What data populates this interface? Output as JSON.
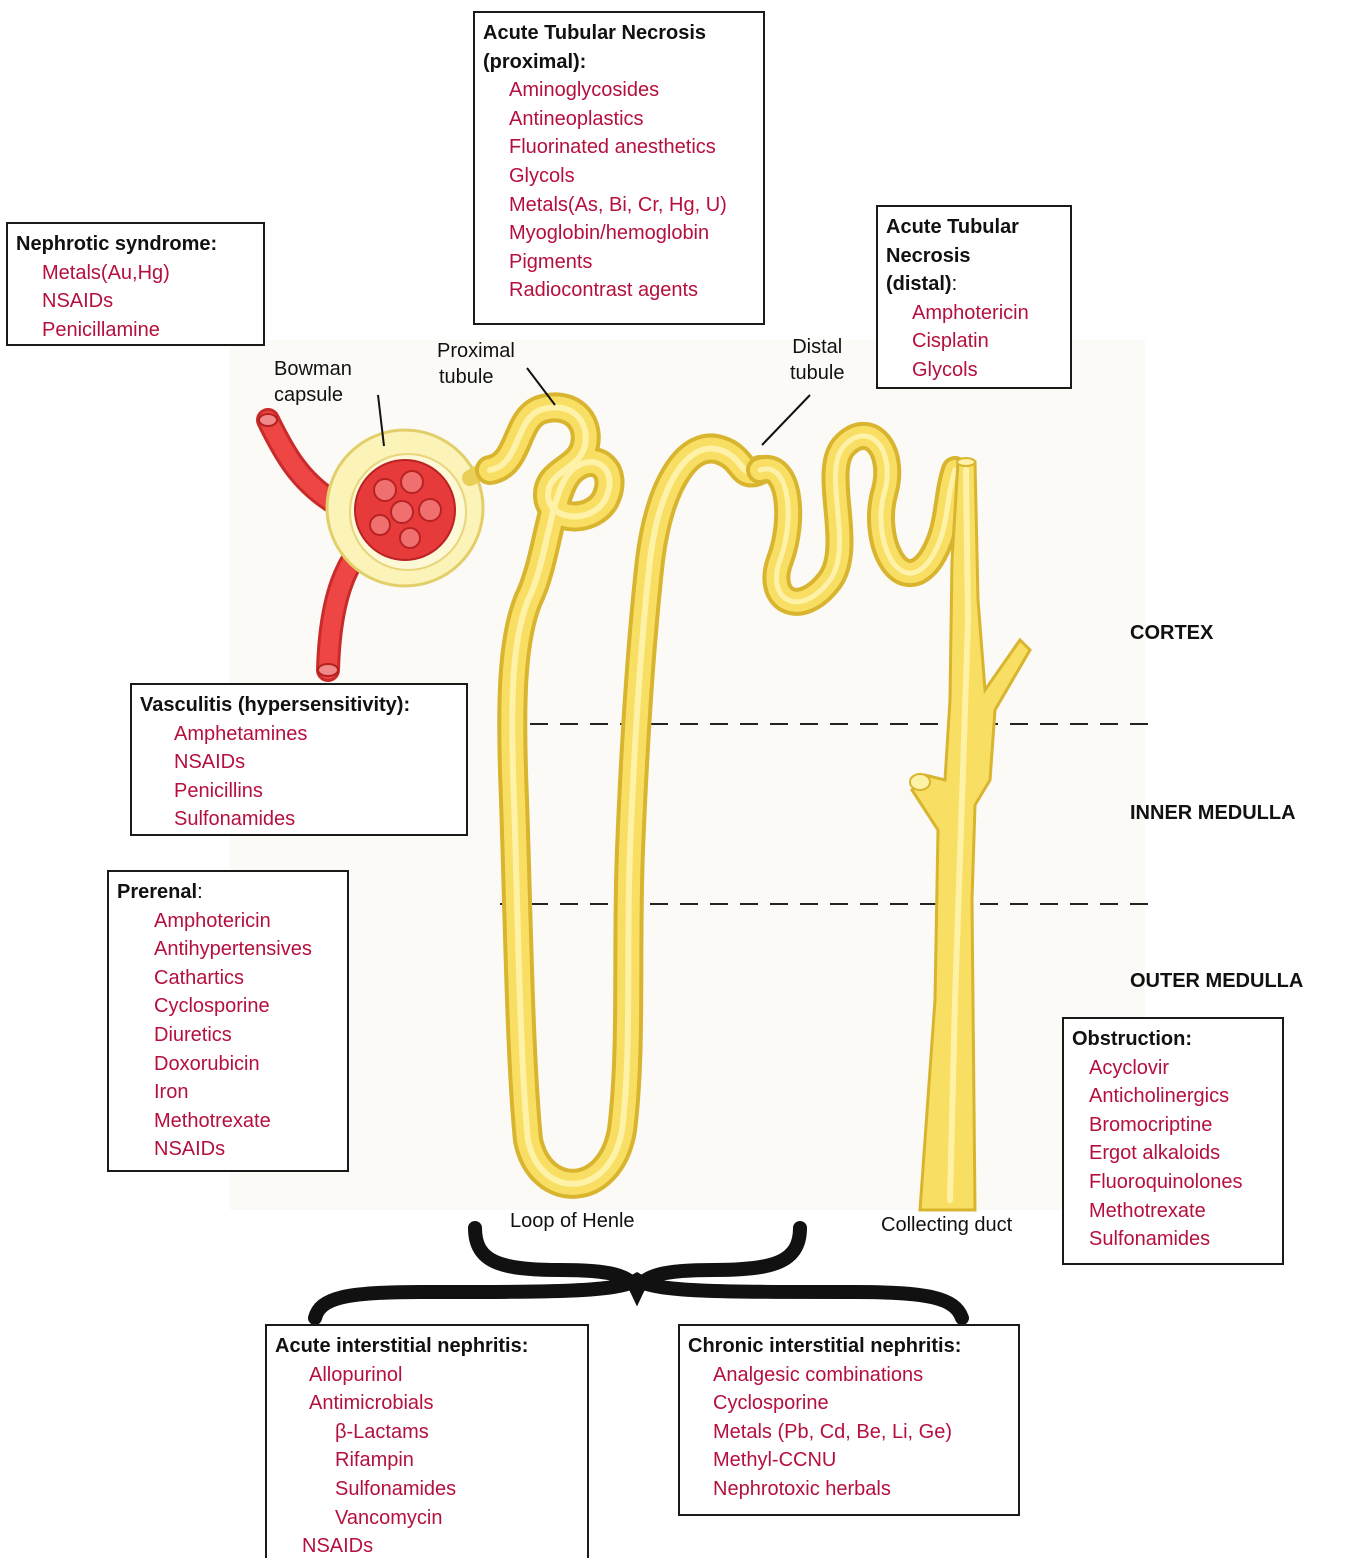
{
  "boxes": {
    "atn_proximal": {
      "title_line1": "Acute Tubular Necrosis",
      "title_line2": "(proximal):",
      "items": [
        "Aminoglycosides",
        "Antineoplastics",
        "Fluorinated anesthetics",
        "Glycols",
        "Metals(As, Bi, Cr, Hg, U)",
        "Myoglobin/hemoglobin",
        "Pigments",
        "Radiocontrast agents"
      ]
    },
    "nephrotic": {
      "title": "Nephrotic syndrome:",
      "items": [
        "Metals(Au,Hg)",
        "NSAIDs",
        "Penicillamine"
      ]
    },
    "atn_distal": {
      "title_line1": "Acute Tubular",
      "title_line2": "Necrosis",
      "title_line3": "(distal)",
      "title_suffix": ":",
      "items": [
        "Amphotericin",
        "Cisplatin",
        "Glycols"
      ]
    },
    "vasculitis": {
      "title": "Vasculitis (hypersensitivity):",
      "items": [
        "Amphetamines",
        "NSAIDs",
        "Penicillins",
        "Sulfonamides"
      ]
    },
    "prerenal": {
      "title": "Prerenal",
      "title_suffix": ":",
      "items": [
        "Amphotericin",
        "Antihypertensives",
        "Cathartics",
        "Cyclosporine",
        "Diuretics",
        "Doxorubicin",
        "Iron",
        "Methotrexate",
        "NSAIDs"
      ]
    },
    "obstruction": {
      "title": "Obstruction:",
      "items": [
        "Acyclovir",
        "Anticholinergics",
        "Bromocriptine",
        "Ergot alkaloids",
        "Fluoroquinolones",
        "Methotrexate",
        "Sulfonamides"
      ]
    },
    "acute_interstitial": {
      "title": "Acute interstitial nephritis:",
      "items": [
        "Allopurinol",
        "Antimicrobials"
      ],
      "subitems": [
        "β-Lactams",
        "Rifampin",
        "Sulfonamides",
        "Vancomycin"
      ],
      "last_item": "NSAIDs"
    },
    "chronic_interstitial": {
      "title": "Chronic interstitial nephritis:",
      "items": [
        "Analgesic combinations",
        "Cyclosporine",
        "Metals (Pb, Cd, Be, Li, Ge)",
        "Methyl-CCNU",
        "Nephrotoxic herbals"
      ]
    }
  },
  "labels": {
    "bowman_line1": "Bowman",
    "bowman_line2": "capsule",
    "proximal_line1": "Proximal",
    "proximal_line2": "tubule",
    "distal_line1": "Distal",
    "distal_line2": "tubule",
    "loop_of_henle": "Loop of Henle",
    "collecting_duct": "Collecting duct"
  },
  "regions": {
    "cortex": "CORTEX",
    "inner_medulla": "INNER MEDULLA",
    "outer_medulla": "OUTER MEDULLA"
  },
  "colors": {
    "drug_text": "#b5103d",
    "tubule": "#f7e06a",
    "vessel": "#ee3d3d",
    "capsule": "#fbf3b8"
  }
}
